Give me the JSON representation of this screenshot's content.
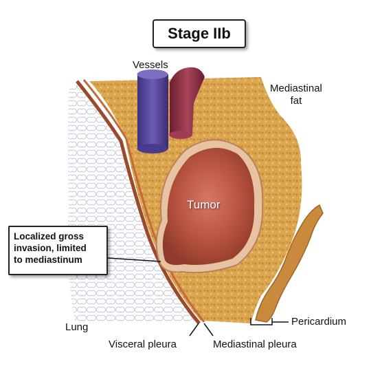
{
  "title": "Stage IIb",
  "labels": {
    "vessels": "Vessels",
    "mediastinal_fat": [
      "Mediastinal",
      "fat"
    ],
    "tumor": "Tumor",
    "callout": [
      "Localized gross",
      "invasion, limited",
      "to mediastinum"
    ],
    "lung": "Lung",
    "pericardium": "Pericardium",
    "visceral_pleura": "Visceral pleura",
    "mediastinal_pleura": "Mediastinal pleura"
  },
  "colors": {
    "fat": "#dca650",
    "fat_dark": "#c38a37",
    "vessel_blue": "#5b4a9e",
    "vessel_red": "#8e2f44",
    "pleura": "#9a4a2a",
    "tumor": "#b5523f",
    "tumor_rim": "#e7c3a4",
    "pericardium": "#c98a3d",
    "lung_line": "#b8bcd0"
  }
}
